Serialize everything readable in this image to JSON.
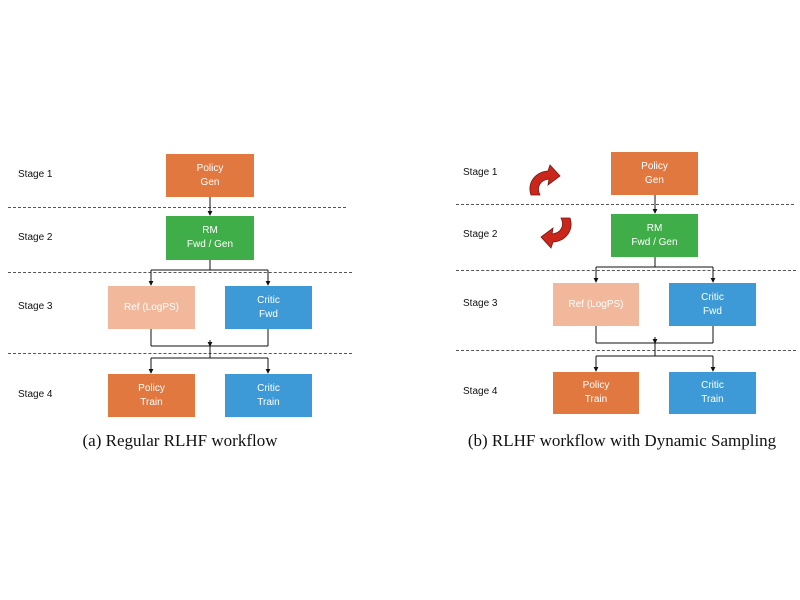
{
  "panel_a": {
    "stages": [
      "Stage 1",
      "Stage 2",
      "Stage 3",
      "Stage 4"
    ],
    "policy_gen": [
      "Policy",
      "Gen"
    ],
    "rm": [
      "RM",
      "Fwd / Gen"
    ],
    "ref": "Ref (LogPS)",
    "critic_fwd": [
      "Critic",
      "Fwd"
    ],
    "policy_train": [
      "Policy",
      "Train"
    ],
    "critic_train": [
      "Critic",
      "Train"
    ],
    "caption": "(a) Regular RLHF workflow"
  },
  "panel_b": {
    "stages": [
      "Stage 1",
      "Stage 2",
      "Stage 3",
      "Stage 4"
    ],
    "policy_gen": [
      "Policy",
      "Gen"
    ],
    "rm": [
      "RM",
      "Fwd / Gen"
    ],
    "ref": "Ref (LogPS)",
    "critic_fwd": [
      "Critic",
      "Fwd"
    ],
    "policy_train": [
      "Policy",
      "Train"
    ],
    "critic_train": [
      "Critic",
      "Train"
    ],
    "caption": "(b) RLHF workflow with Dynamic Sampling",
    "loop_icon": "circular-arrows-icon"
  },
  "colors": {
    "policy": "#e07840",
    "rm": "#3fae49",
    "critic": "#3d9ad6",
    "ref": "#f2b89b",
    "loop_arrow": "#c9261c"
  }
}
